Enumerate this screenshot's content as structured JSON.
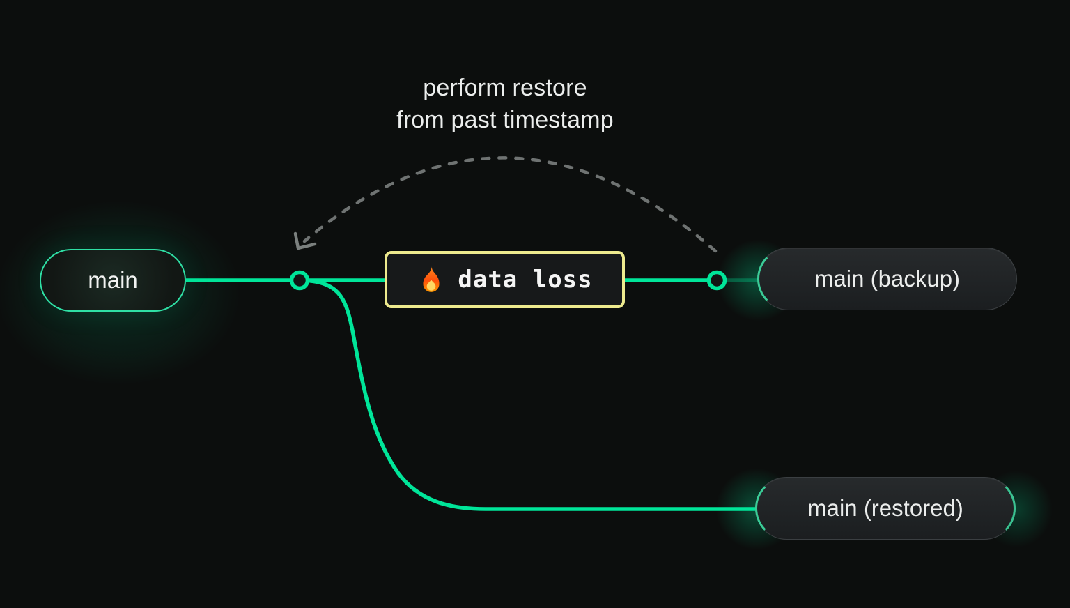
{
  "page": {
    "background": "#0c0e0d",
    "accent_green": "#00e599",
    "accent_yellow": "#eeea8e",
    "dash_gray": "#6f7372"
  },
  "annotation": {
    "line1": "perform restore",
    "line2": "from past timestamp"
  },
  "nodes": {
    "main": {
      "label": "main"
    },
    "backup": {
      "label": "main (backup)"
    },
    "restored": {
      "label": "main (restored)"
    }
  },
  "event": {
    "icon": "fire-icon",
    "label": "data loss"
  }
}
